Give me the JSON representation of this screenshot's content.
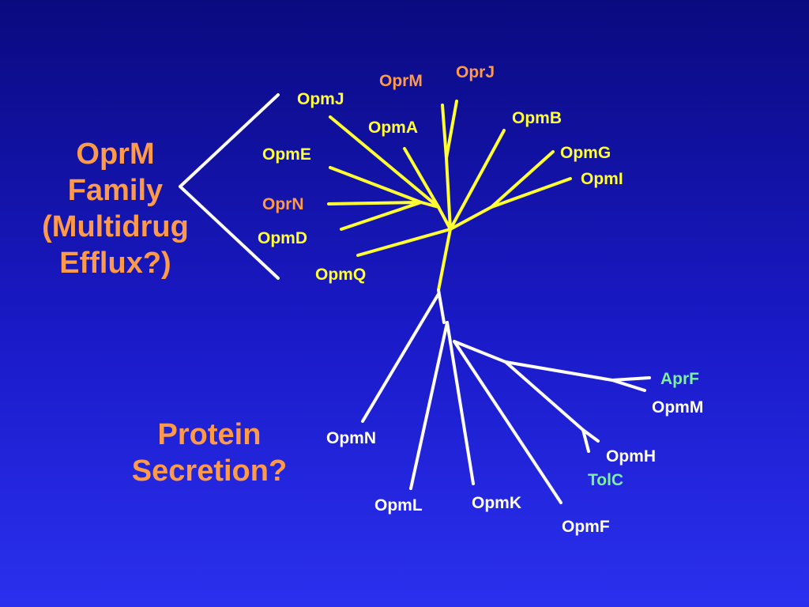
{
  "colors": {
    "orange": "#ff9a4a",
    "yellow": "#ffff33",
    "white": "#ffffff",
    "green": "#7cf0a0"
  },
  "groups": {
    "oprm_family": {
      "lines": [
        "OprM",
        "Family",
        "(Multidrug",
        "Efflux?)"
      ]
    },
    "protein_secretion": {
      "lines": [
        "Protein",
        "Secretion?"
      ]
    }
  },
  "labels": {
    "oprj": "OprJ",
    "oprm": "OprM",
    "opmj": "OpmJ",
    "opma": "OpmA",
    "opmb": "OpmB",
    "opme": "OpmE",
    "opmg": "OpmG",
    "opmi": "OpmI",
    "oprn": "OprN",
    "opmd": "OpmD",
    "opmq": "OpmQ",
    "aprf": "AprF",
    "opmm": "OpmM",
    "opmn": "OpmN",
    "opmh": "OpmH",
    "tolc": "TolC",
    "opml": "OpmL",
    "opmk": "OpmK",
    "opmf": "OpmF"
  }
}
